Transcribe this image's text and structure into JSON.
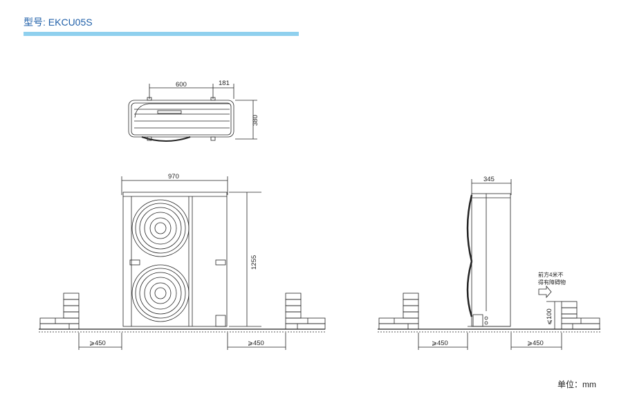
{
  "header": {
    "title": "型号: EKCU05S"
  },
  "top_view": {
    "width_label": "600",
    "offset_label": "181",
    "depth_label": "380"
  },
  "front_view": {
    "width_label": "970",
    "height_label": "1255",
    "left_clearance": "⩾450",
    "right_clearance": "⩾450"
  },
  "side_view": {
    "depth_label": "345",
    "left_clearance": "⩾450",
    "right_clearance": "⩾450",
    "front_note_line1": "前方4米不",
    "front_note_line2": "得有障碍物",
    "obstacle_height": "⩽100"
  },
  "footer": {
    "unit": "单位：mm"
  }
}
